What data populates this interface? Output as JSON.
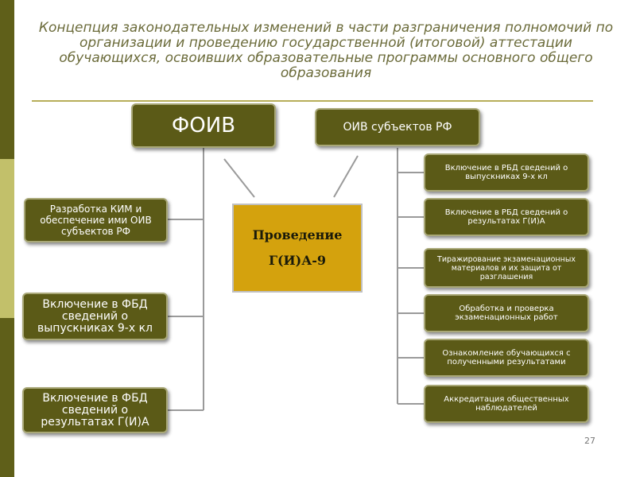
{
  "title": "Концепция законодательных изменений в части разграничения полномочий по организации и проведению государственной (итоговой) аттестации обучающихся, освоивших образовательные программы основного общего образования",
  "foiv": "ФОИВ",
  "oiv": "ОИВ субъектов РФ",
  "center": {
    "line1": "Проведение",
    "line2": "Г(И)А-9"
  },
  "left_items": [
    "Разработка КИМ и обеспечение ими ОИВ субъектов РФ",
    "Включение в ФБД сведений о выпускниках 9-х кл",
    "Включение в ФБД сведений о результатах Г(И)А"
  ],
  "right_items": [
    "Включение в РБД сведений о выпускниках 9-х кл",
    "Включение в РБД сведений о результатах Г(И)А",
    "Тиражирование экзаменационных материалов и их защита от разглашения",
    "Обработка и проверка экзаменационных работ",
    "Ознакомление обучающихся с полученными результатами",
    "Аккредитация общественных наблюдателей"
  ],
  "page_number": "27",
  "colors": {
    "box": "#5b5a17",
    "center": "#d4a20d",
    "stripe_dark": "#5f5f19",
    "stripe_light": "#c2c06a"
  }
}
